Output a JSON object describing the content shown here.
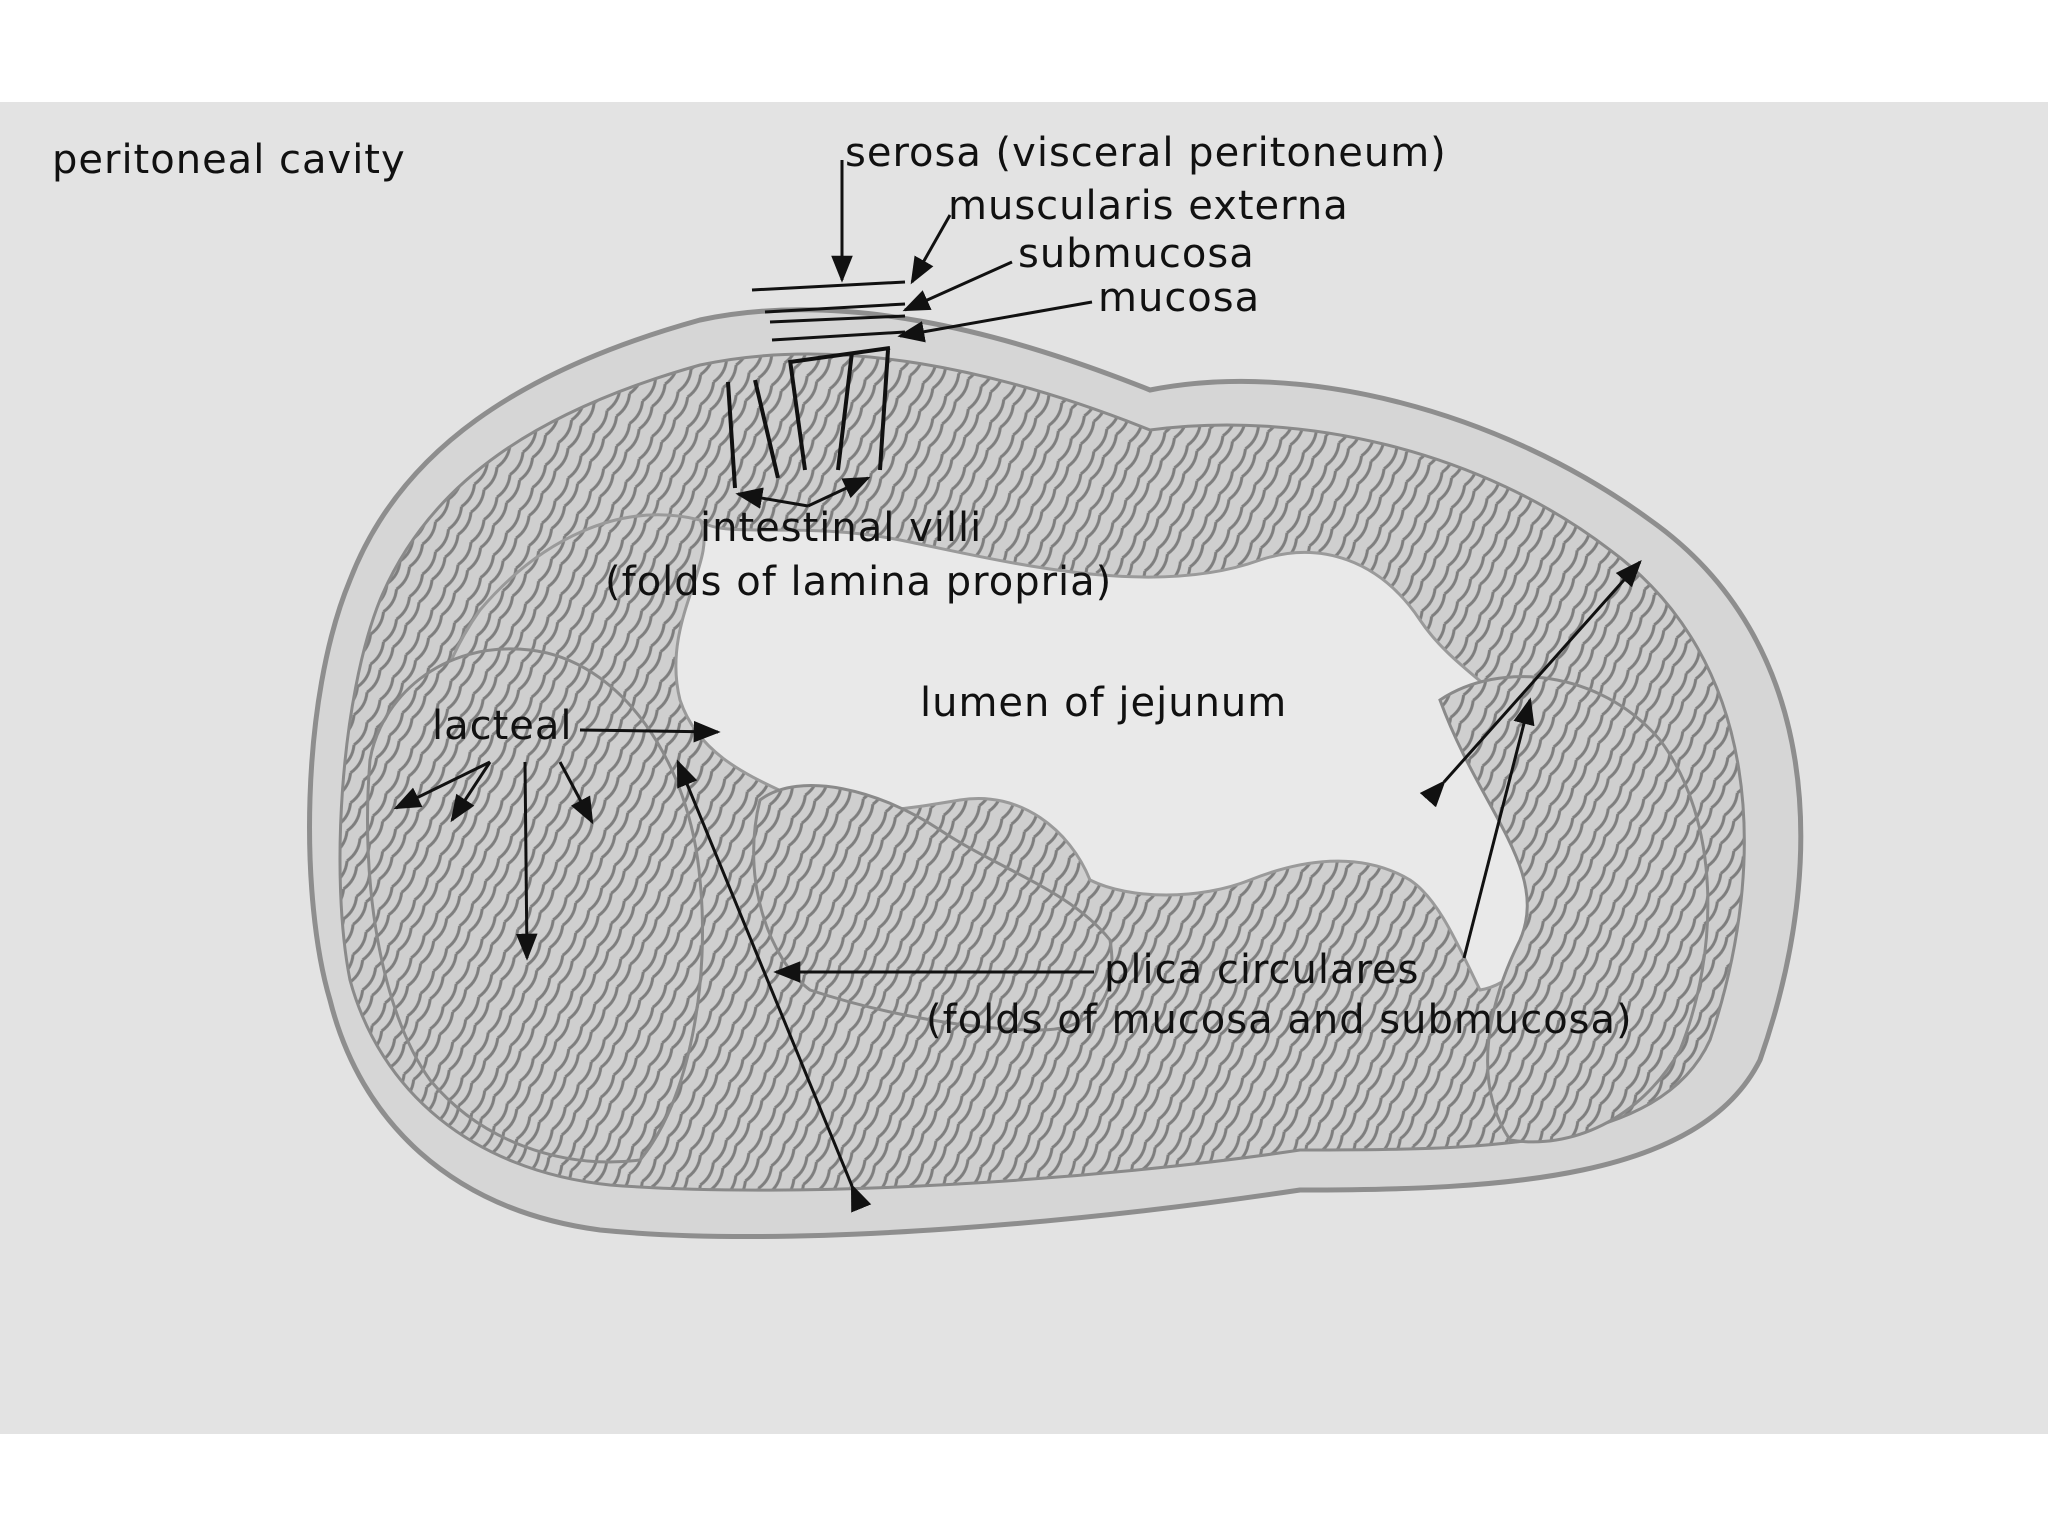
{
  "background": "#e3e3e3",
  "tissue_color": "#9a9a9a",
  "line_color": "#111111",
  "labels": {
    "peritoneal_cavity": "peritoneal cavity",
    "serosa": "serosa (visceral peritoneum)",
    "muscularis_externa": "muscularis externa",
    "submucosa": "submucosa",
    "mucosa": "mucosa",
    "intestinal_villi": "intestinal villi",
    "villi_folds": "(folds of lamina propria)",
    "lumen": "lumen of jejunum",
    "lacteal": "lacteal",
    "plica_circulares": "plica circulares",
    "plica_folds": "(folds of mucosa and submucosa)"
  }
}
